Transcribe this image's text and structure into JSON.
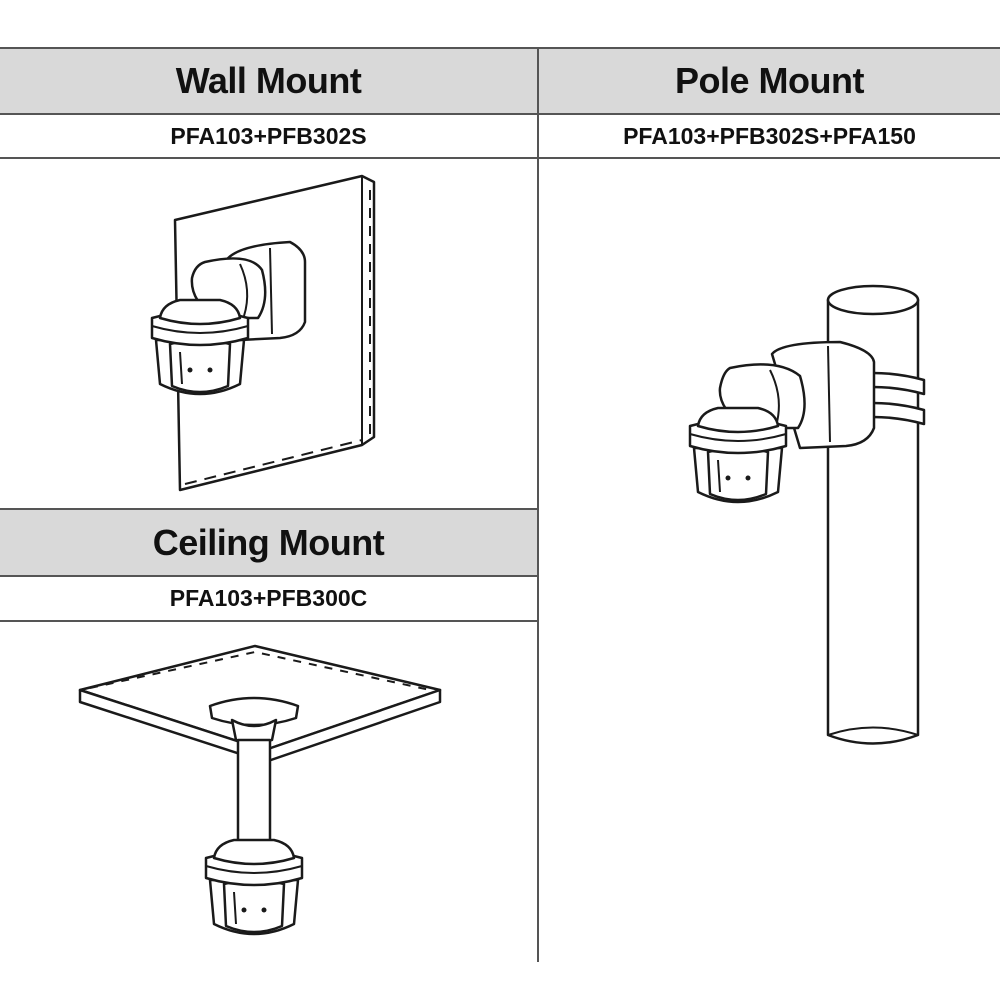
{
  "sections": {
    "wall": {
      "title": "Wall Mount",
      "model": "PFA103+PFB302S"
    },
    "pole": {
      "title": "Pole Mount",
      "model": "PFA103+PFB302S+PFA150"
    },
    "ceiling": {
      "title": "Ceiling Mount",
      "model": "PFA103+PFB300C"
    }
  },
  "colors": {
    "header_bg": "#d9d9d9",
    "line": "#555555",
    "ink": "#1a1a1a"
  }
}
